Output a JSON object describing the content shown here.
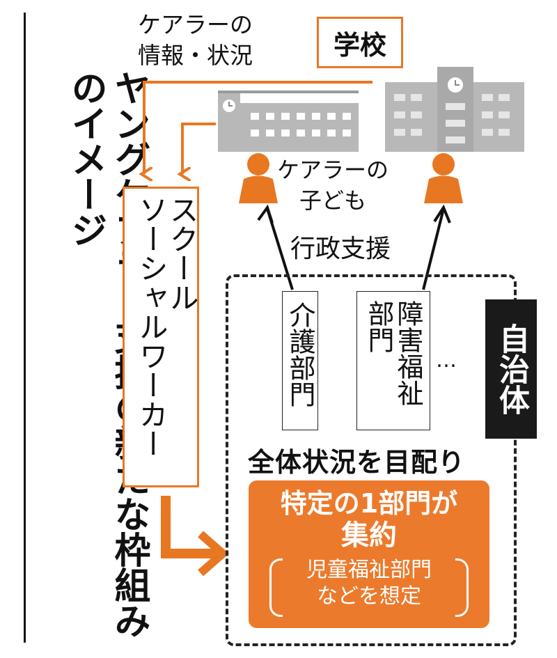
{
  "title": "ヤングケアラー支援の新たな枠組みのイメージ",
  "info_label": [
    "ケアラーの",
    "情報・状況"
  ],
  "school_label": "学校",
  "ssw_label": [
    "スクール",
    "ソーシャルワーカー"
  ],
  "child_label": [
    "ケアラーの",
    "子ども"
  ],
  "admin_support_label": "行政支援",
  "dept_care": "介護部門",
  "dept_disability": [
    "障害福祉",
    "部門"
  ],
  "ellipsis": "…",
  "municipality_label": "自治体",
  "overview_label": "全体状況を目配り",
  "consolidate": {
    "line1": "特定の1部門が",
    "line2": "集約",
    "line3": "児童福祉部門",
    "line4": "などを想定"
  },
  "colors": {
    "accent": "#ec7a2c",
    "building": "#b8b8b8",
    "dark": "#1a1a1a"
  }
}
